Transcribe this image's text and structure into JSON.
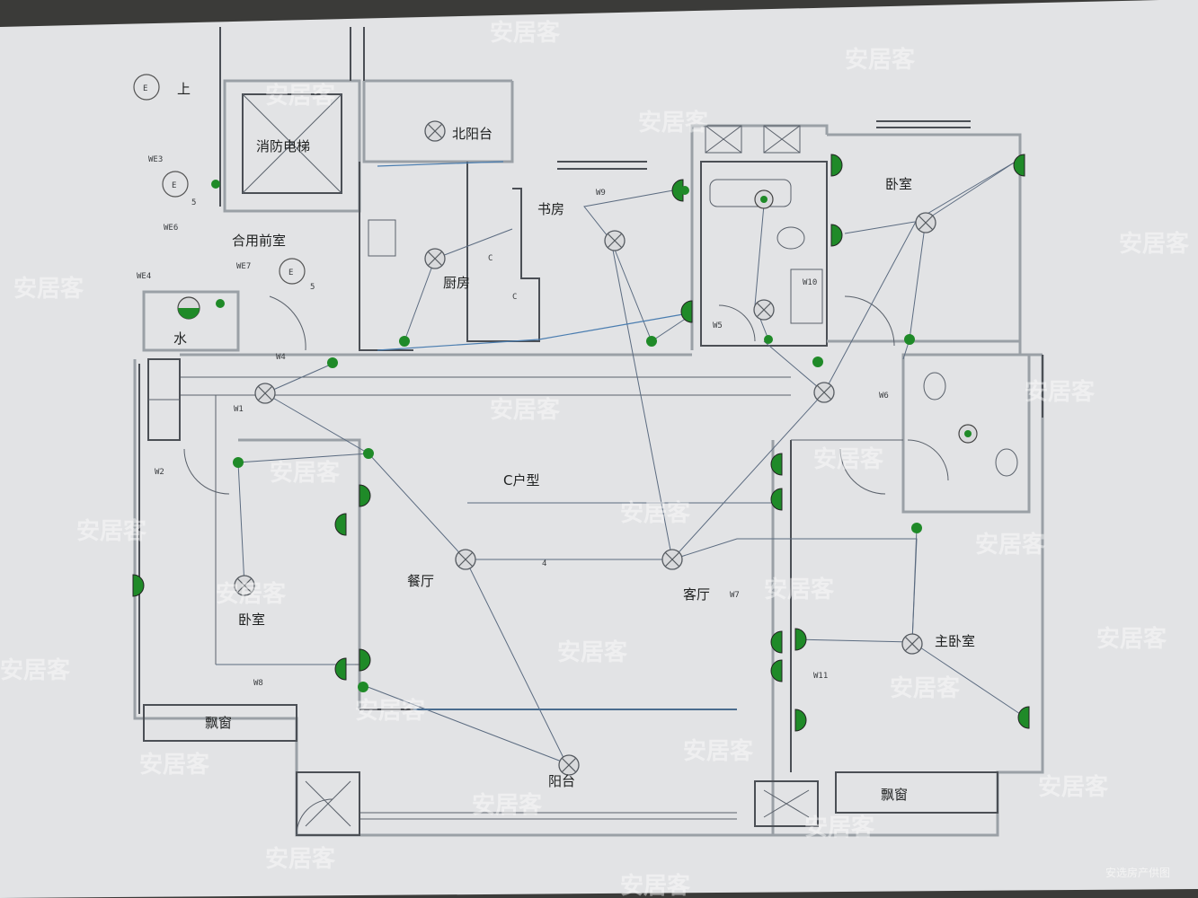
{
  "plan": {
    "type_label": "C户型",
    "rooms": {
      "elevator": "消防电梯",
      "north_balcony": "北阳台",
      "study": "书房",
      "kitchen": "厨房",
      "bedroom_ne": "卧室",
      "lobby": "合用前室",
      "water": "水",
      "dining": "餐厅",
      "living": "客厅",
      "bedroom_sw": "卧室",
      "master": "主卧室",
      "bay_left": "飘窗",
      "bay_right": "飘窗",
      "balcony": "阳台"
    },
    "marks": {
      "up": "上",
      "e1": "E",
      "e2": "E",
      "e3": "E",
      "num5a": "5",
      "num5b": "5",
      "we3": "WE3",
      "we6": "WE6",
      "we4": "WE4",
      "we7": "WE7",
      "w1": "W1",
      "w2": "W2",
      "w4": "W4",
      "w5": "W5",
      "w6": "W6",
      "w7": "W7",
      "w8": "W8",
      "w9": "W9",
      "w10": "W10",
      "w11": "W11",
      "n4": "4",
      "c1": "C",
      "c2": "C"
    }
  },
  "watermark": "安居客",
  "credit": "安选房产供图",
  "colors": {
    "paper": "#e3e4e6",
    "socket": "#1f8a28",
    "wire_blue": "#4a7db0"
  }
}
